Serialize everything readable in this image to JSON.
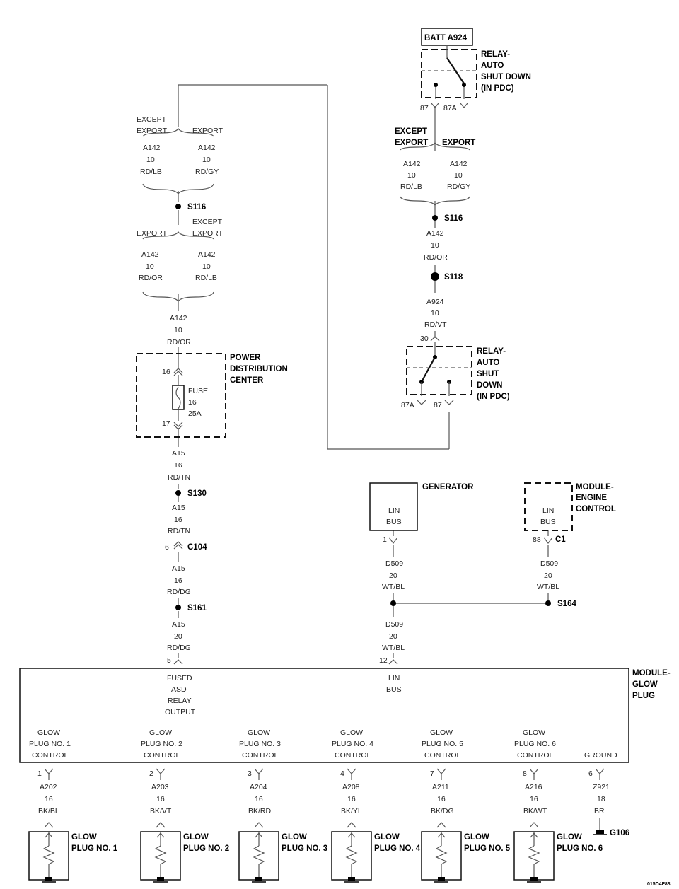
{
  "footer_code": "015D4F83",
  "batt": {
    "label": "BATT A924"
  },
  "relay_top": {
    "title": [
      "RELAY-",
      "AUTO",
      "SHUT DOWN",
      "(IN PDC)"
    ],
    "pin_87": "87",
    "pin_87a": "87A"
  },
  "left_branch_upper": {
    "left_title": [
      "EXCEPT",
      "EXPORT"
    ],
    "right_title": [
      "EXPORT"
    ],
    "left_wire": [
      "A142",
      "10",
      "RD/LB"
    ],
    "right_wire": [
      "A142",
      "10",
      "RD/GY"
    ]
  },
  "s116_left": "S116",
  "left_branch_lower": {
    "left_title": [
      "EXPORT"
    ],
    "right_title": [
      "EXCEPT",
      "EXPORT"
    ],
    "left_wire": [
      "A142",
      "10",
      "RD/OR"
    ],
    "right_wire": [
      "A142",
      "10",
      "RD/LB"
    ]
  },
  "left_trunk_wire": [
    "A142",
    "10",
    "RD/OR"
  ],
  "pdc": {
    "title": [
      "POWER",
      "DISTRIBUTION",
      "CENTER"
    ],
    "pin_in": "16",
    "pin_out": "17",
    "fuse": [
      "FUSE",
      "16",
      "25A"
    ]
  },
  "wire_a15_1": [
    "A15",
    "16",
    "RD/TN"
  ],
  "s130": "S130",
  "wire_a15_2": [
    "A15",
    "16",
    "RD/TN"
  ],
  "c104": {
    "label": "C104",
    "pin": "6"
  },
  "wire_a15_3": [
    "A15",
    "16",
    "RD/DG"
  ],
  "s161": "S161",
  "wire_a15_4": [
    "A15",
    "20",
    "RD/DG"
  ],
  "right_branch": {
    "left_title": [
      "EXCEPT",
      "EXPORT"
    ],
    "right_title": [
      "EXPORT"
    ],
    "left_wire": [
      "A142",
      "10",
      "RD/LB"
    ],
    "right_wire": [
      "A142",
      "10",
      "RD/GY"
    ]
  },
  "s116_right": "S116",
  "wire_right_a142": [
    "A142",
    "10",
    "RD/OR"
  ],
  "s118": "S118",
  "wire_a924": [
    "A924",
    "10",
    "RD/VT"
  ],
  "relay_bottom": {
    "pin_30": "30",
    "title": [
      "RELAY-",
      "AUTO",
      "SHUT",
      "DOWN",
      "(IN PDC)"
    ],
    "pin_87a": "87A",
    "pin_87": "87"
  },
  "generator": {
    "title": "GENERATOR",
    "inner": [
      "LIN",
      "BUS"
    ],
    "pin": "1"
  },
  "ecm": {
    "title": [
      "MODULE-",
      "ENGINE",
      "CONTROL"
    ],
    "inner": [
      "LIN",
      "BUS"
    ],
    "pin": "88",
    "connector": "C1"
  },
  "wire_d509_gen": [
    "D509",
    "20",
    "WT/BL"
  ],
  "wire_d509_ecm": [
    "D509",
    "20",
    "WT/BL"
  ],
  "s164": "S164",
  "wire_d509_mod": [
    "D509",
    "20",
    "WT/BL"
  ],
  "module_glow": {
    "title": [
      "MODULE-",
      "GLOW",
      "PLUG"
    ],
    "pin_fused": "5",
    "fused_label": [
      "FUSED",
      "ASD",
      "RELAY",
      "OUTPUT"
    ],
    "pin_lin": "12",
    "lin_label": [
      "LIN",
      "BUS"
    ],
    "outputs": [
      {
        "label": [
          "GLOW",
          "PLUG NO. 1",
          "CONTROL"
        ],
        "pin": "1",
        "wire": [
          "A202",
          "16",
          "BK/BL"
        ],
        "plug": [
          "GLOW",
          "PLUG NO. 1"
        ]
      },
      {
        "label": [
          "GLOW",
          "PLUG NO. 2",
          "CONTROL"
        ],
        "pin": "2",
        "wire": [
          "A203",
          "16",
          "BK/VT"
        ],
        "plug": [
          "GLOW",
          "PLUG NO. 2"
        ]
      },
      {
        "label": [
          "GLOW",
          "PLUG NO. 3",
          "CONTROL"
        ],
        "pin": "3",
        "wire": [
          "A204",
          "16",
          "BK/RD"
        ],
        "plug": [
          "GLOW",
          "PLUG NO. 3"
        ]
      },
      {
        "label": [
          "GLOW",
          "PLUG NO. 4",
          "CONTROL"
        ],
        "pin": "4",
        "wire": [
          "A208",
          "16",
          "BK/YL"
        ],
        "plug": [
          "GLOW",
          "PLUG NO. 4"
        ]
      },
      {
        "label": [
          "GLOW",
          "PLUG NO. 5",
          "CONTROL"
        ],
        "pin": "7",
        "wire": [
          "A211",
          "16",
          "BK/DG"
        ],
        "plug": [
          "GLOW",
          "PLUG NO. 5"
        ]
      },
      {
        "label": [
          "GLOW",
          "PLUG NO. 6",
          "CONTROL"
        ],
        "pin": "8",
        "wire": [
          "A216",
          "16",
          "BK/WT"
        ],
        "plug": [
          "GLOW",
          "PLUG NO. 6"
        ]
      }
    ],
    "ground": {
      "label": "GROUND",
      "pin": "6",
      "wire": [
        "Z921",
        "18",
        "BR"
      ],
      "ground_point": "G106"
    }
  }
}
